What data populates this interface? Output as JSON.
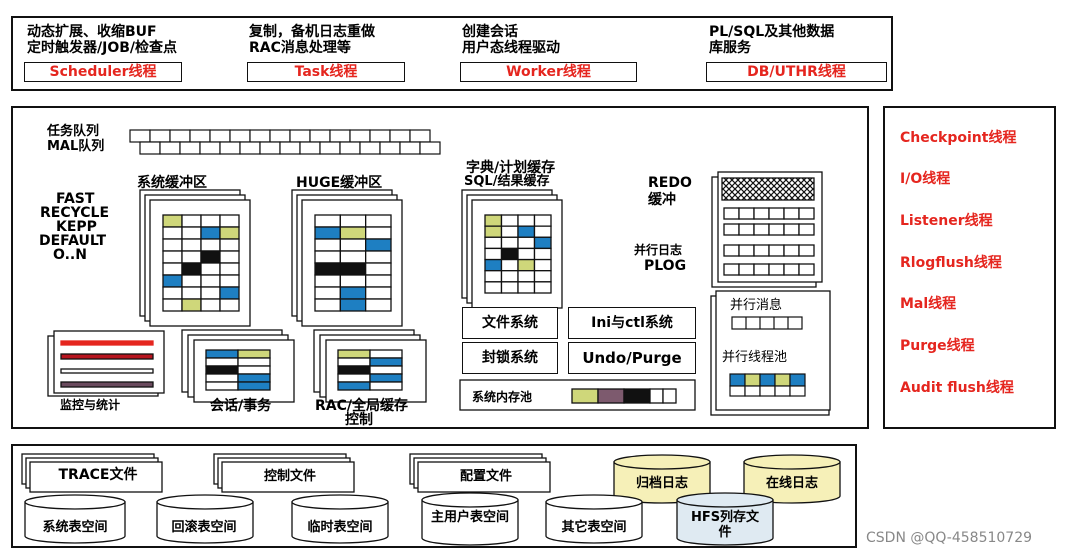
{
  "top_panel": {
    "groups": [
      {
        "line1": "动态扩展、收缩BUF",
        "line2": "定时触发器/JOB/检查点",
        "thread": "Scheduler线程"
      },
      {
        "line1": "复制，备机日志重做",
        "line2": "RAC消息处理等",
        "thread": "Task线程"
      },
      {
        "line1": "创建会话",
        "line2": "用户态线程驱动",
        "thread": "Worker线程"
      },
      {
        "line1": "PL/SQL及其他数据",
        "line2": "库服务",
        "thread": "DB/UTHR线程"
      }
    ]
  },
  "memory": {
    "queue_task": "任务队列",
    "queue_mal": "MAL队列",
    "sys_buffer": "系统缓冲区",
    "huge_buffer": "HUGE缓冲区",
    "pool_names": [
      "FAST",
      "RECYCLE",
      "KEPP",
      "DEFAULT",
      "O..N"
    ],
    "dict_cache_1": "字典/计划缓存",
    "dict_cache_2": "SQL/结果缓存",
    "redo_1": "REDO",
    "redo_2": "缓冲",
    "plog_1": "并行日志",
    "plog_2": "PLOG",
    "monitor": "监控与统计",
    "session": "会话/事务",
    "rac_1": "RAC/全局缓存",
    "rac_2": "控制",
    "file_system": "文件系统",
    "ini_ctl": "Ini与ctl系统",
    "lock_system": "封锁系统",
    "undo_purge": "Undo/Purge",
    "mem_pool": "系统内存池",
    "parallel_msg": "并行消息",
    "parallel_pool": "并行线程池"
  },
  "right_threads": [
    "Checkpoint线程",
    "I/O线程",
    "Listener线程",
    "Rlogflush线程",
    "Mal线程",
    "Purge线程",
    "Audit flush线程"
  ],
  "storage": {
    "files": [
      "TRACE文件",
      "控制文件",
      "配置文件"
    ],
    "logs": [
      "归档日志",
      "在线日志"
    ],
    "tablespaces": [
      "系统表空间",
      "回滚表空间",
      "临时表空间",
      "主用户表空间",
      "其它表空间",
      "HFS列存文件"
    ]
  },
  "watermark": "CSDN @QQ-458510729",
  "colors": {
    "red": "#e5261f",
    "blue": "#1e7fc2",
    "yellow_green": "#cfd77a",
    "disk_fill": "#f6f0b8",
    "hfs_fill": "#dfeaf2"
  }
}
